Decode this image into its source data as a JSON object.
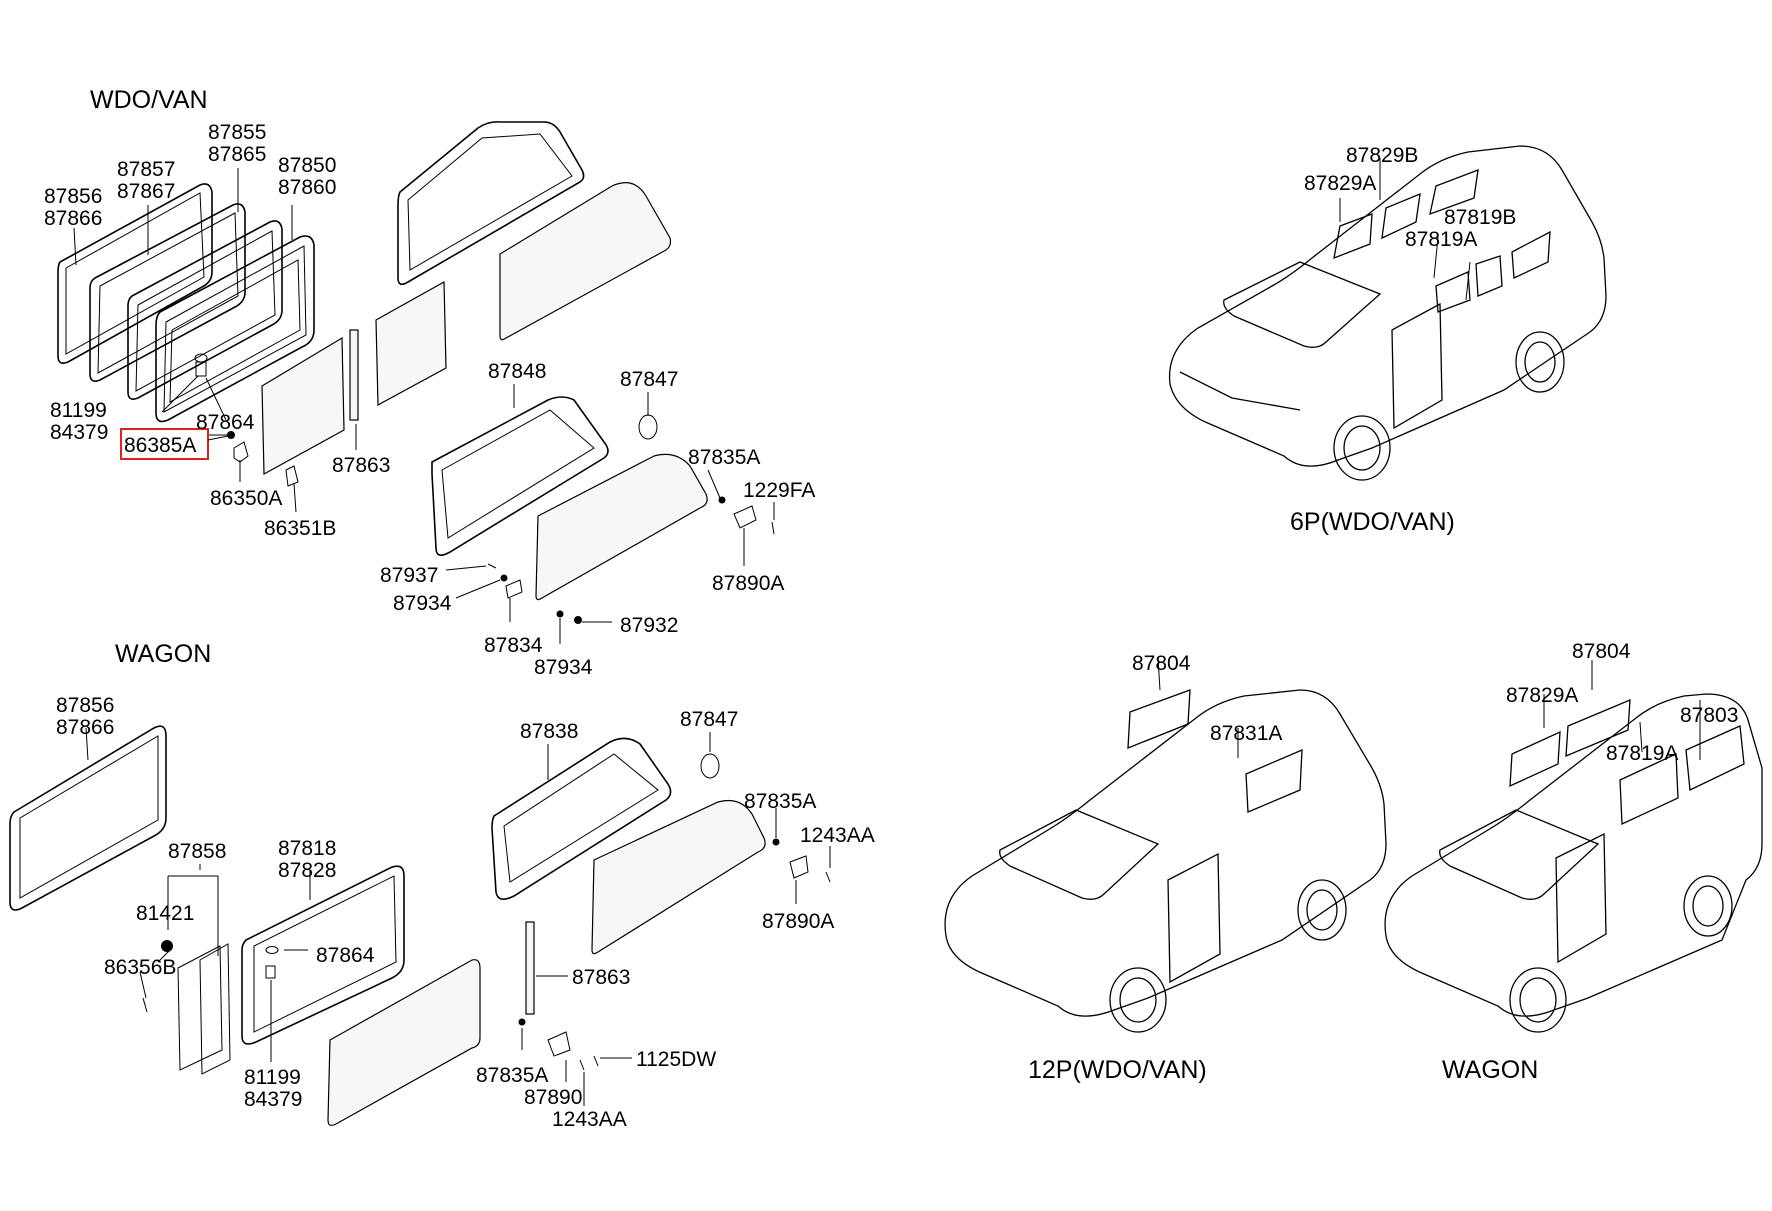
{
  "sections": {
    "wdo_van_title": "WDO/VAN",
    "wagon_title": "WAGON"
  },
  "captions": {
    "car_6p": "6P(WDO/VAN)",
    "car_12p": "12P(WDO/VAN)",
    "car_wagon": "WAGON"
  },
  "highlighted_part": "86385A",
  "highlight_color": "#e0201e",
  "labels": {
    "l_87855": "87855",
    "l_87865": "87865",
    "l_87857": "87857",
    "l_87867": "87867",
    "l_87850": "87850",
    "l_87860": "87860",
    "l_87856a": "87856",
    "l_87866a": "87866",
    "l_81199a": "81199",
    "l_84379a": "84379",
    "l_87864a": "87864",
    "l_86385A": "86385A",
    "l_86350A": "86350A",
    "l_86351B": "86351B",
    "l_87863a": "87863",
    "l_87848": "87848",
    "l_87847a": "87847",
    "l_87835Aa": "87835A",
    "l_1229FA": "1229FA",
    "l_87890Aa": "87890A",
    "l_87937": "87937",
    "l_87934a": "87934",
    "l_87834": "87834",
    "l_87934b": "87934",
    "l_87932": "87932",
    "l_87856b": "87856",
    "l_87866b": "87866",
    "l_87858": "87858",
    "l_81421": "81421",
    "l_86356B": "86356B",
    "l_87818": "87818",
    "l_87828": "87828",
    "l_87864b": "87864",
    "l_81199b": "81199",
    "l_84379b": "84379",
    "l_87838": "87838",
    "l_87847b": "87847",
    "l_87835Ab": "87835A",
    "l_1243AAa": "1243AA",
    "l_87890Ab": "87890A",
    "l_87863b": "87863",
    "l_87835Ac": "87835A",
    "l_87890": "87890",
    "l_1125DW": "1125DW",
    "l_1243AAb": "1243AA",
    "l_87829B": "87829B",
    "l_87829Aa": "87829A",
    "l_87819B": "87819B",
    "l_87819Aa": "87819A",
    "l_87804a": "87804",
    "l_87831A": "87831A",
    "l_87804b": "87804",
    "l_87829Ab": "87829A",
    "l_87803": "87803",
    "l_87819Ab": "87819A"
  }
}
